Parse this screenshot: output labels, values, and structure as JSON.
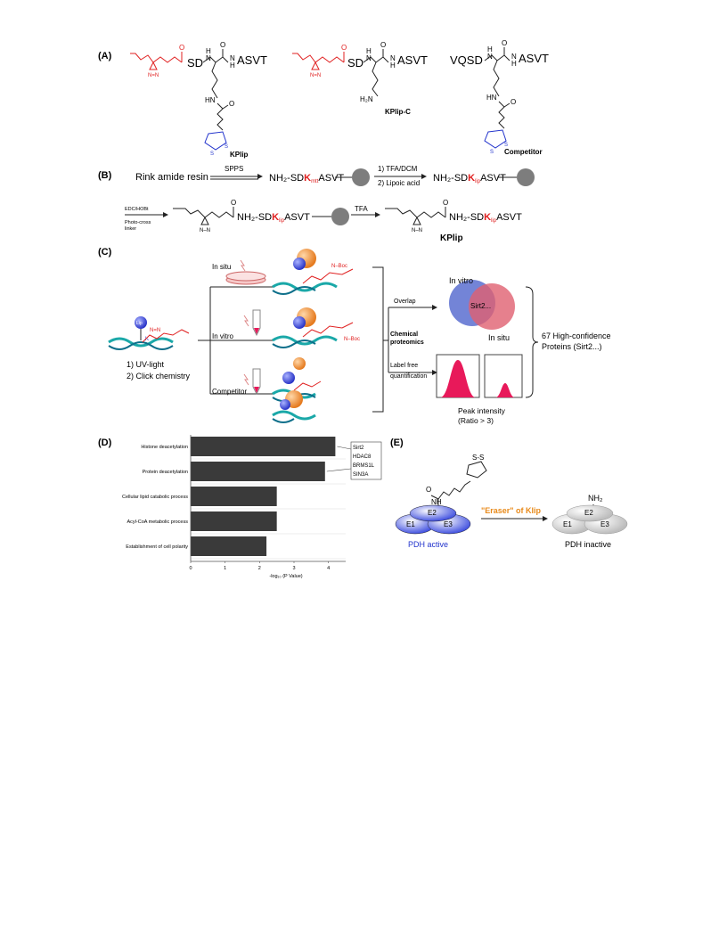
{
  "panels": {
    "a": "(A)",
    "b": "(B)",
    "c": "(C)",
    "d": "(D)",
    "e": "(E)"
  },
  "panel_a": {
    "sd": "SD",
    "asvt": "ASVT",
    "vqsd": "VQSD",
    "h": "H",
    "n": "N",
    "o": "O",
    "s": "S",
    "hn": "HN",
    "h2n": "H₂N",
    "nn": "N=N",
    "kplip": "KPlip",
    "kplip_c": "KPlip-C",
    "competitor": "Competitor"
  },
  "panel_b": {
    "resin": "Rink amide resin",
    "spps": "SPPS",
    "step1": "1) TFA/DCM",
    "step2": "2) Lipoic acid",
    "nh2_sd": "NH₂-SD",
    "k": "K",
    "mtt": "mtt",
    "lip": "lip",
    "asvt": "ASVT",
    "edc": "EDC/HOBt",
    "photo": "Photo-cross",
    "linker": "linker",
    "tfa": "TFA",
    "nn": "N–N",
    "o": "O",
    "product": "KPlip"
  },
  "panel_c": {
    "in_situ": "In situ",
    "in_vitro": "In vitro",
    "competitor": "Competitor",
    "uv": "1)  UV-light",
    "click": "2)  Click chemistry",
    "overlap": "Overlap",
    "chem1": "Chemical",
    "chem2": "proteomics",
    "lf1": "Label free",
    "lf2": "quantification",
    "venn_in_vitro": "In vitro",
    "venn_center": "Sirt2...",
    "venn_in_situ": "In situ",
    "peak1": "Peak intensity",
    "peak2": "(Ratio > 3)",
    "hc1": "67 High-confidence",
    "hc2": "Proteins (Sirt2...)",
    "lip": "Lip",
    "k": "K",
    "nn": "N=N",
    "nboc": "N–Boc"
  },
  "panel_e": {
    "ss": "S-S",
    "o": "O",
    "nh": "NH",
    "nh2": "NH₂",
    "e1": "E1",
    "e2": "E2",
    "e3": "E3",
    "eraser": "\"Eraser\" of Klip",
    "active": "PDH active",
    "inactive": "PDH inactive"
  },
  "chart_data": {
    "type": "bar",
    "orientation": "horizontal",
    "categories": [
      "Histone deacetylation",
      "Protein deacetylation",
      "Cellular lipid catabolic process",
      "Acyl-CoA metabolic process",
      "Establishment of cell polarity"
    ],
    "values": [
      4.2,
      3.9,
      2.5,
      2.5,
      2.2
    ],
    "xlabel": "-log₁₀ (P Value)",
    "xlim": [
      0,
      4.5
    ],
    "xticks": [
      "0",
      "1",
      "2",
      "3",
      "4"
    ],
    "annotation": [
      "Sirt2",
      "HDAC8",
      "BRMS1L",
      "SIN3A"
    ],
    "bar_color": "#3a3a3a"
  },
  "colors": {
    "red": "#e02020",
    "blue": "#2233cc",
    "pink": "#e8195a",
    "orange": "#e88a1a",
    "venn_blue": "#5a6fd0",
    "venn_red": "#e06070",
    "gray_ball": "#7d7d7d"
  }
}
